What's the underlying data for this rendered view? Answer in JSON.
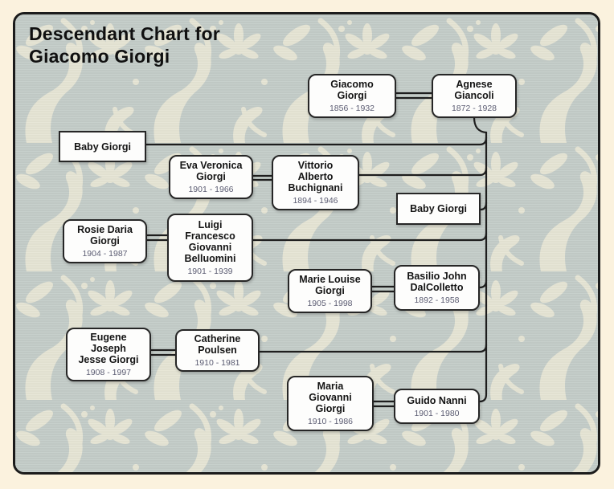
{
  "title": "Descendant Chart for\nGiacomo Giorgi",
  "people": {
    "giacomo": {
      "name": "Giacomo\nGiorgi",
      "dates": "1856 - 1932"
    },
    "agnese": {
      "name": "Agnese\nGiancoli",
      "dates": "1872 - 1928"
    },
    "baby1": {
      "name": "Baby Giorgi"
    },
    "eva": {
      "name": "Eva Veronica\nGiorgi",
      "dates": "1901 - 1966"
    },
    "vittorio": {
      "name": "Vittorio\nAlberto\nBuchignani",
      "dates": "1894 - 1946"
    },
    "baby2": {
      "name": "Baby Giorgi"
    },
    "rosie": {
      "name": "Rosie Daria\nGiorgi",
      "dates": "1904 - 1987"
    },
    "luigi": {
      "name": "Luigi\nFrancesco\nGiovanni\nBelluomini",
      "dates": "1901 - 1939"
    },
    "marie": {
      "name": "Marie Louise\nGiorgi",
      "dates": "1905 - 1998"
    },
    "basilio": {
      "name": "Basilio John\nDalColletto",
      "dates": "1892 - 1958"
    },
    "eugene": {
      "name": "Eugene\nJoseph\nJesse Giorgi",
      "dates": "1908 - 1997"
    },
    "catherine": {
      "name": "Catherine\nPoulsen",
      "dates": "1910 - 1981"
    },
    "maria": {
      "name": "Maria\nGiovanni\nGiorgi",
      "dates": "1910 - 1986"
    },
    "guido": {
      "name": "Guido Nanni",
      "dates": "1901 - 1980"
    }
  },
  "colors": {
    "page_margin": "#fbf2de",
    "frame_border": "#1b1b1b",
    "wallpaper_base": "#c4cdc9",
    "wallpaper_motif": "#eae7d6",
    "box_background": "#fdfdfc",
    "box_border": "#262626",
    "name_text": "#141414",
    "dates_text": "#5b5c72",
    "connector_line": "#1e1e1e"
  }
}
